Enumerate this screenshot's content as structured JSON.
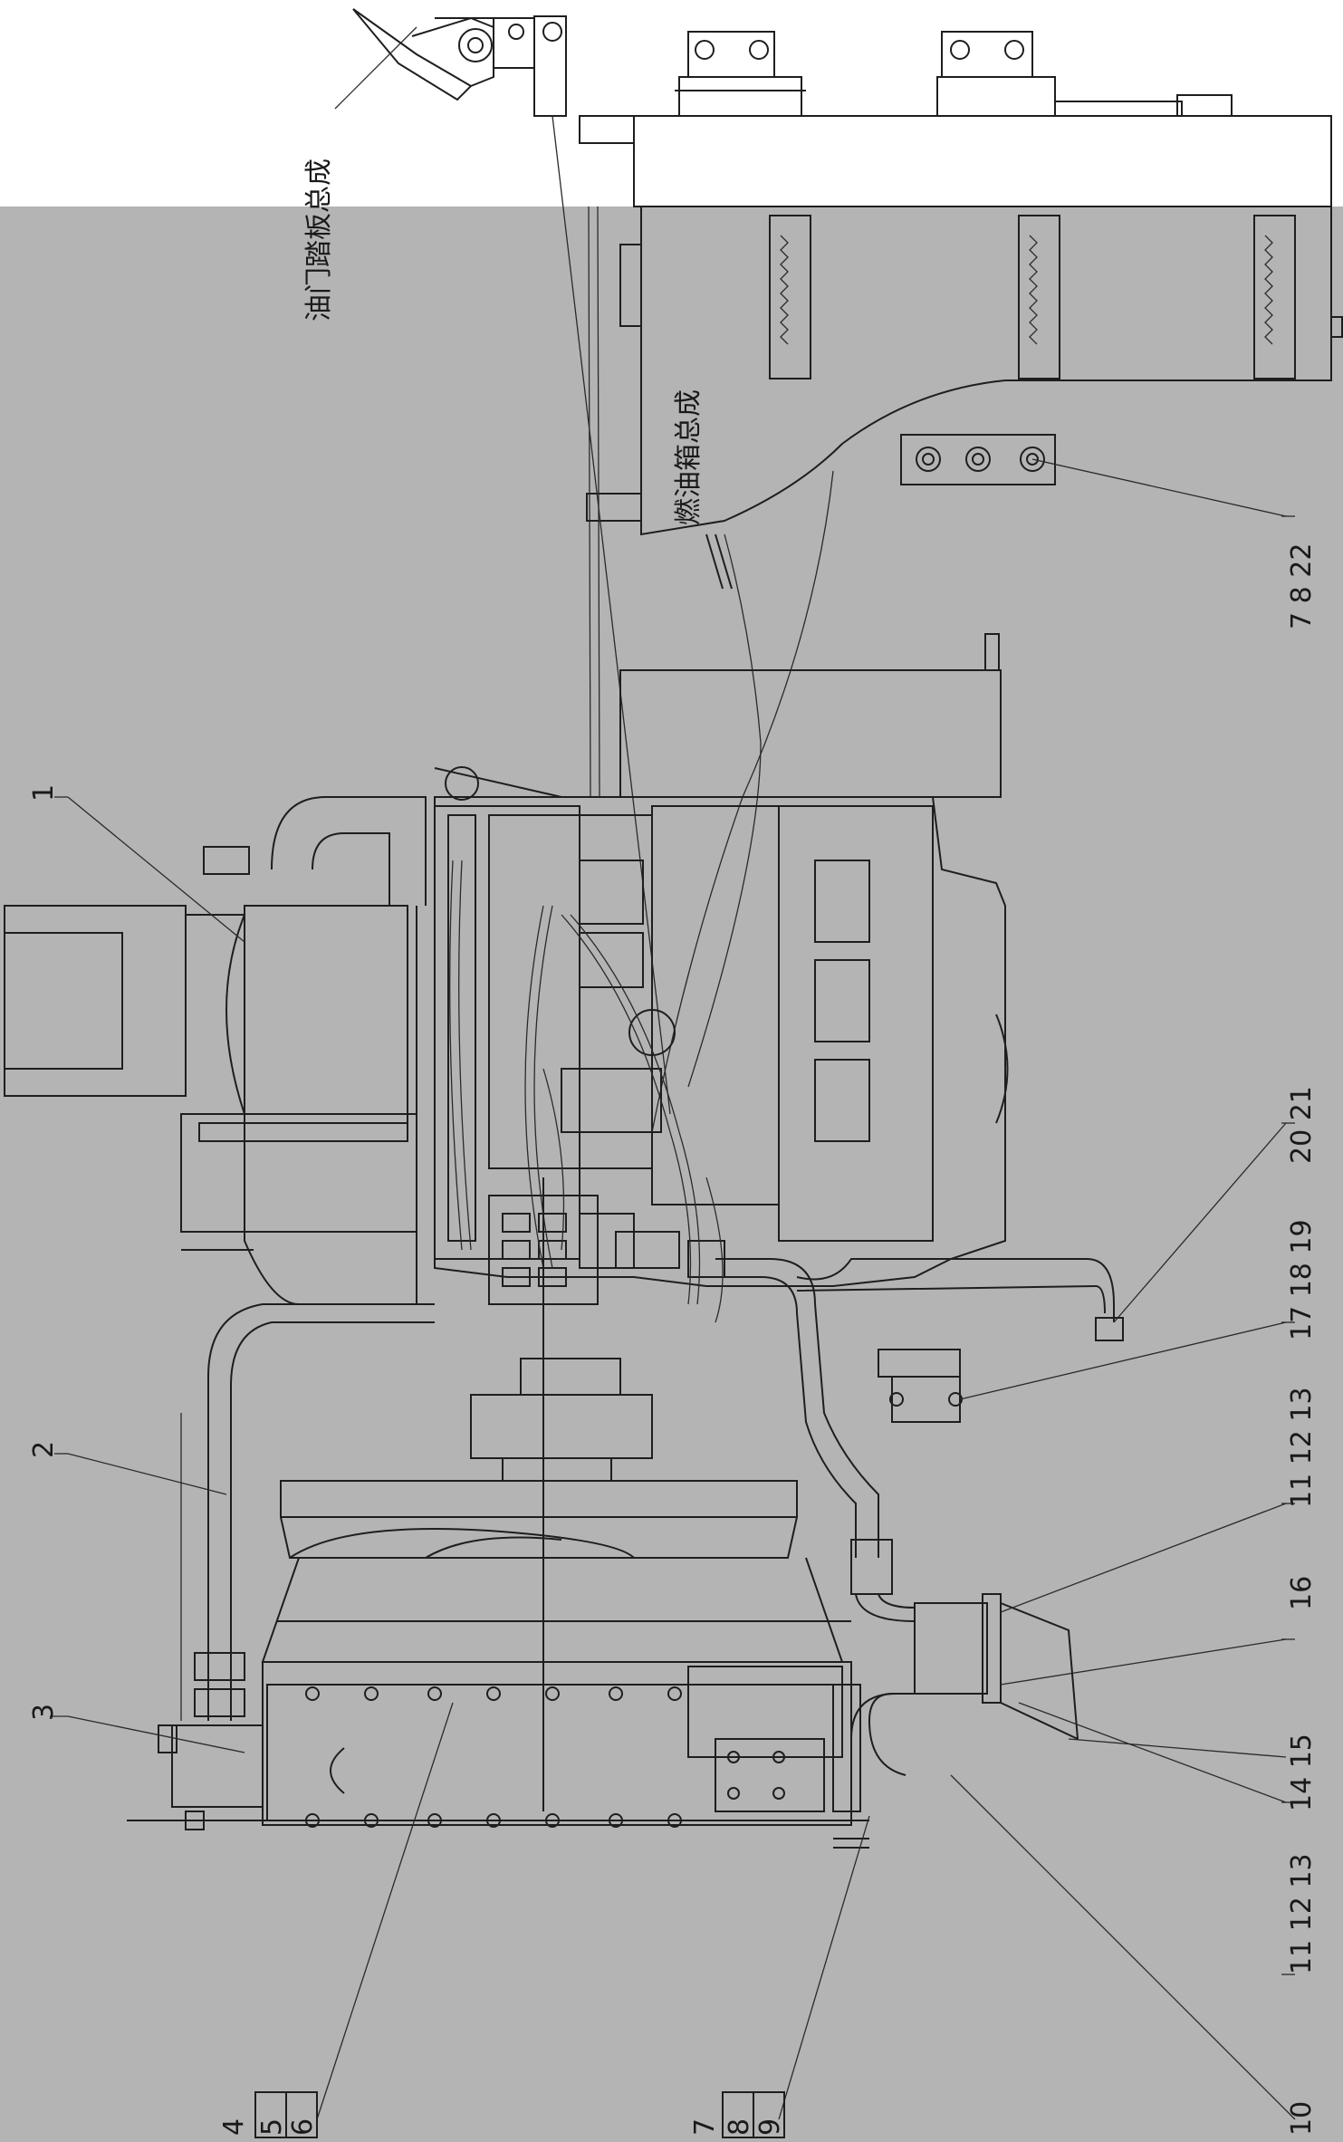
{
  "assemblies": {
    "throttle_pedal": "油门踏板总成",
    "fuel_tank": "燃油箱总成"
  },
  "callouts": {
    "c1": "1",
    "c2": "2",
    "c3": "3",
    "c4": "4",
    "c5": "5",
    "c6": "6",
    "c7a": "7",
    "c8a": "8",
    "c9": "9",
    "c10": "10",
    "c16": "16",
    "group_11_12_13_top": "11 12 13",
    "group_11_12_13_bottom": "11 12 13",
    "group_14_15": "14 15",
    "group_17_18_19": "17 18 19",
    "group_20_21": "20 21",
    "group_7_8_22": "7 8 22"
  },
  "colors": {
    "background_top": "#ffffff",
    "background_drawing": "#b4b4b4",
    "line": "#1e1e1e"
  }
}
